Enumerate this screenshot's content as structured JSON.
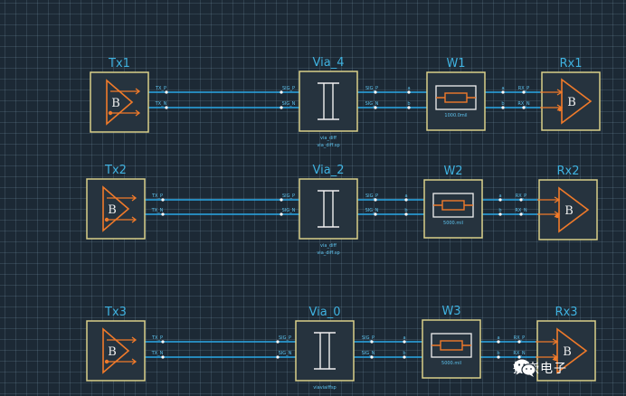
{
  "colors": {
    "background": "#1c2935",
    "wire": "#2aa7e6",
    "block_border": "#d9d089",
    "block_fill": "#26333e",
    "symbol": "#f07a2a",
    "text": "#3fb2e0"
  },
  "rows": [
    {
      "tx": {
        "title": "Tx1",
        "letter": "B",
        "pins": [
          "TX_P",
          "TX_N"
        ]
      },
      "via": {
        "title": "Via_4",
        "pins_left": [
          "SIG_P",
          "SIG_N"
        ],
        "pins_right": [
          "SIG_P",
          "SIG_N"
        ],
        "sub_labels": [
          "via_diff",
          "via_diff.sp"
        ]
      },
      "wire": {
        "title": "W1",
        "pins_left": [
          "a",
          "b"
        ],
        "pins_right": [
          "a",
          "b"
        ],
        "sub_label": "1000.0mil"
      },
      "rx": {
        "title": "Rx1",
        "letter": "B",
        "pins": [
          "RX_P",
          "RX_N"
        ]
      }
    },
    {
      "tx": {
        "title": "Tx2",
        "letter": "B",
        "pins": [
          "TX_P",
          "TX_N"
        ]
      },
      "via": {
        "title": "Via_2",
        "pins_left": [
          "SIG_P",
          "SIG_N"
        ],
        "pins_right": [
          "SIG_P",
          "SIG_N"
        ],
        "sub_labels": [
          "via_diff",
          "via_diff.sp"
        ]
      },
      "wire": {
        "title": "W2",
        "pins_left": [
          "a",
          "b"
        ],
        "pins_right": [
          "a",
          "b"
        ],
        "sub_label": "5000.mil"
      },
      "rx": {
        "title": "Rx2",
        "letter": "B",
        "pins": [
          "RX_P",
          "RX_N"
        ]
      }
    },
    {
      "tx": {
        "title": "Tx3",
        "letter": "B",
        "pins": [
          "TX_P",
          "TX_N"
        ]
      },
      "via": {
        "title": "Via_0",
        "pins_left": [
          "SIG_P",
          "SIG_N"
        ],
        "pins_right": [
          "SIG_P",
          "SIG_N"
        ],
        "sub_labels": [
          "viaviaiffsp"
        ]
      },
      "wire": {
        "title": "W3",
        "pins_left": [
          "a",
          "b"
        ],
        "pins_right": [
          "a",
          "b"
        ],
        "sub_label": "5000.mil"
      },
      "rx": {
        "title": "Rx3",
        "letter": "B",
        "pins": [
          "RX_P",
          "RX_N"
        ]
      }
    }
  ],
  "watermark": {
    "text": "搏嵌电子",
    "icon": "wechat-icon"
  }
}
